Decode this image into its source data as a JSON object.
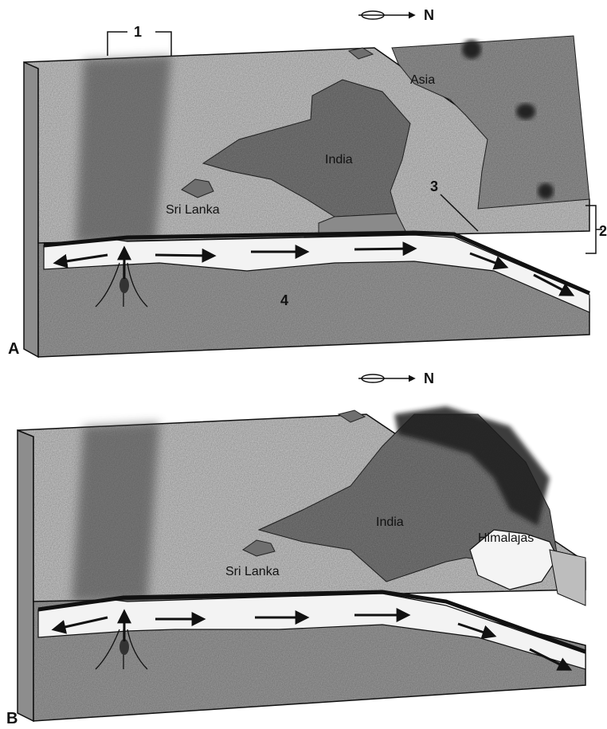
{
  "panels": [
    {
      "id": "A",
      "label": "A",
      "north_label": "N",
      "place_labels": {
        "asia": "Asia",
        "india": "India",
        "sri_lanka": "Sri Lanka"
      },
      "callouts": {
        "ridge": "1",
        "plate_thickness": "2",
        "subduction": "3",
        "mantle": "4"
      }
    },
    {
      "id": "B",
      "label": "B",
      "north_label": "N",
      "place_labels": {
        "india": "India",
        "himalayas": "Himalajas",
        "sri_lanka": "Sri Lanka"
      }
    }
  ]
}
